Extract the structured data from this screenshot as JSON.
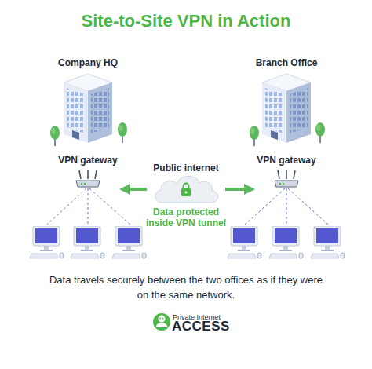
{
  "diagram": {
    "title": "Site-to-Site VPN in Action",
    "caption": "Data travels securely between the two offices as if they were on the same network.",
    "nodes": [
      {
        "text": [
          "Company HQ"
        ]
      },
      {
        "text": [
          "Branch Office"
        ]
      },
      {
        "text": [
          "VPN gateway"
        ]
      },
      {
        "text": [
          "Public internet"
        ]
      },
      {
        "text": [
          "VPN gateway"
        ]
      }
    ],
    "edges": [
      {
        "from": 3,
        "to": 2,
        "arrow": "to"
      },
      {
        "from": 3,
        "to": 4,
        "arrow": "to"
      }
    ],
    "labels": [
      "Data protected inside VPN tunnel",
      "Private Internet",
      "ACCESS"
    ]
  }
}
